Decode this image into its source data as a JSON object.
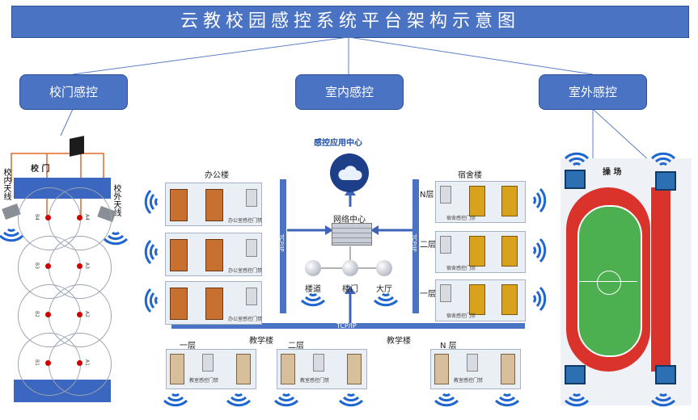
{
  "title": "云教校园感控系统平台架构示意图",
  "categories": {
    "campus_gate": "校门感控",
    "indoor": "室内感控",
    "outdoor": "室外感控"
  },
  "gate": {
    "label": "校 门",
    "inner_antenna": "校内天线",
    "outer_antenna": "校外天线",
    "points_left": [
      "B4",
      "B3",
      "B2",
      "B1"
    ],
    "points_right": [
      "A4",
      "A3",
      "A2",
      "A1"
    ]
  },
  "indoor": {
    "center_label": "感控应用中心",
    "network_center": "网络中心",
    "office_building": "办公楼",
    "dorm_building": "宿舍楼",
    "dorm_floors": [
      "N层",
      "二层",
      "一层"
    ],
    "nodes": [
      "楼道",
      "楼门",
      "大厅"
    ],
    "tcp_bus": "TCP/IP",
    "tcp_left": "TCP/IP",
    "tcp_right": "TCP/IP",
    "teaching_building": "教学楼",
    "teaching_building_2": "教学楼",
    "teaching_floors": [
      "一层",
      "二层",
      "N 层"
    ],
    "tiny_office": "办公室感控门禁",
    "tiny_dorm": "宿舍感控门禁",
    "tiny_class": "教室感控门禁"
  },
  "outdoor": {
    "field_label": "操 场"
  },
  "colors": {
    "primary": "#4a73c4",
    "wifi": "#1f66d1",
    "track": "#d9332b",
    "field": "#4caf50"
  }
}
